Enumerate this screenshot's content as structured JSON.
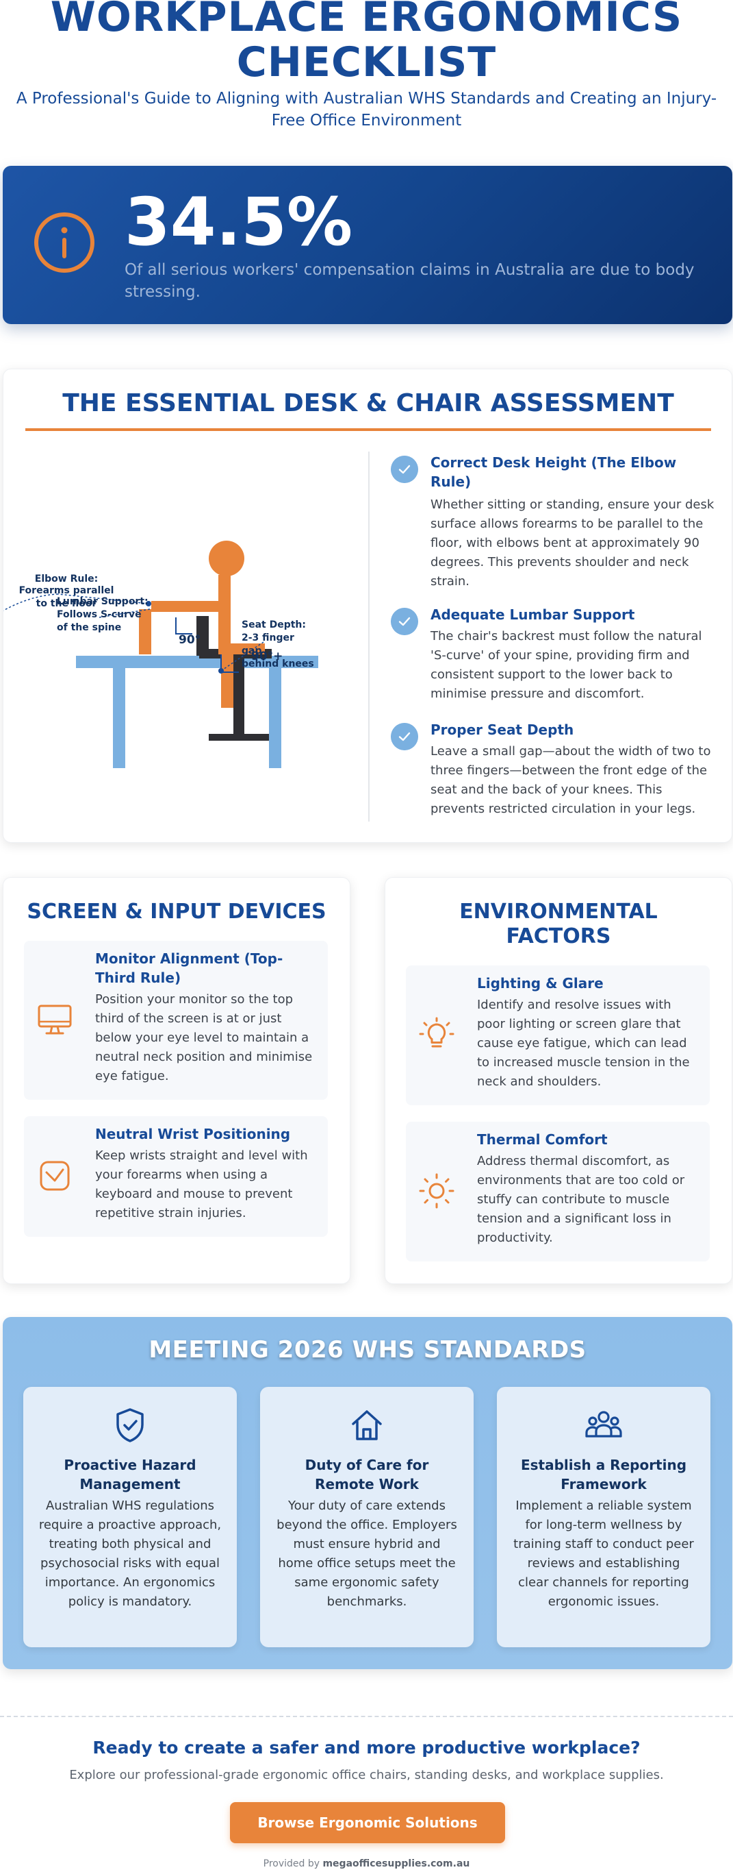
{
  "header": {
    "title_line1": "WORKPLACE ERGONOMICS",
    "title_line2": "CHECKLIST",
    "subtitle_line1": "A Professional's Guide to Aligning with Australian WHS Standards and Creating an Injury-",
    "subtitle_line2": "Free Office Environment"
  },
  "stat": {
    "icon": "info-icon",
    "value": "34.5%",
    "description": "Of all serious workers' compensation claims in Australia are due to body stressing."
  },
  "desk_assessment": {
    "title": "THE ESSENTIAL DESK & CHAIR ASSESSMENT",
    "diagram": {
      "elbow_label_1": "Elbow Rule:",
      "elbow_label_2": "Forearms parallel",
      "elbow_label_3": "to the floor",
      "lumbar_label_1": "Lumbar Support:",
      "lumbar_label_2": "Follows S-curve",
      "lumbar_label_3": "of the spine",
      "seat_label_1": "Seat Depth:",
      "seat_label_2": "2-3 finger",
      "seat_label_3": "gap",
      "seat_label_4": "behind knees",
      "angle_elbow": "90°",
      "angle_knee": "90°+"
    },
    "items": [
      {
        "icon": "check-icon",
        "title_line1": "Correct Desk Height (The Elbow",
        "title_line2": "Rule)",
        "body": "Whether sitting or standing, ensure your desk surface allows forearms to be parallel to the floor, with elbows bent at approximately 90 degrees. This prevents shoulder and neck strain."
      },
      {
        "icon": "check-icon",
        "title_line1": "Adequate Lumbar Support",
        "title_line2": "",
        "body": "The chair's backrest must follow the natural 'S-curve' of your spine, providing firm and consistent support to the lower back to minimise pressure and discomfort."
      },
      {
        "icon": "check-icon",
        "title_line1": "Proper Seat Depth",
        "title_line2": "",
        "body": "Leave a small gap—about the width of two to three fingers—between the front edge of the seat and the back of your knees. This prevents restricted circulation in your legs."
      }
    ]
  },
  "screen_devices": {
    "title": "SCREEN & INPUT DEVICES",
    "items": [
      {
        "icon": "monitor-icon",
        "title_line1": "Monitor Alignment (Top-",
        "title_line2": "Third Rule)",
        "body": "Position your monitor so the top third of the screen is at or just below your eye level to maintain a neutral neck position and minimise eye fatigue."
      },
      {
        "icon": "wrist-icon",
        "title_line1": "Neutral Wrist Positioning",
        "title_line2": "",
        "body": "Keep wrists straight and level with your forearms when using a keyboard and mouse to prevent repetitive strain injuries."
      }
    ]
  },
  "environment": {
    "title_line1": "ENVIRONMENTAL",
    "title_line2": "FACTORS",
    "items": [
      {
        "icon": "lightbulb-icon",
        "title_line1": "Lighting & Glare",
        "body": "Identify and resolve issues with poor lighting or screen glare that cause eye fatigue, which can lead to increased muscle tension in the neck and shoulders."
      },
      {
        "icon": "sun-icon",
        "title_line1": "Thermal Comfort",
        "body": "Address thermal discomfort, as environments that are too cold or stuffy can contribute to muscle tension and a significant loss in productivity."
      }
    ]
  },
  "standards": {
    "title": "MEETING 2026 WHS STANDARDS",
    "cards": [
      {
        "icon": "shield-check-icon",
        "title_line1": "Proactive Hazard",
        "title_line2": "Management",
        "body": "Australian WHS regulations require a proactive approach, treating both physical and psychosocial risks with equal importance. An ergonomics policy is mandatory."
      },
      {
        "icon": "home-icon",
        "title_line1": "Duty of Care for",
        "title_line2": "Remote Work",
        "body": "Your duty of care extends beyond the office. Employers must ensure hybrid and home office setups meet the same ergonomic safety benchmarks."
      },
      {
        "icon": "people-icon",
        "title_line1": "Establish a Reporting",
        "title_line2": "Framework",
        "body": "Implement a reliable system for long-term wellness by training staff to conduct peer reviews and establishing clear channels for reporting ergonomic issues."
      }
    ]
  },
  "footer": {
    "cta_title": "Ready to create a safer and more productive workplace?",
    "cta_text": "Explore our professional-grade ergonomic office chairs, standing desks, and workplace supplies.",
    "button_label": "Browse Ergonomic Solutions",
    "provided_prefix": "Provided by ",
    "provided_site": "megaofficesupplies.com.au"
  },
  "colors": {
    "primary": "#174a97",
    "accent": "#e8843a",
    "light_blue": "#7ab0e0"
  }
}
